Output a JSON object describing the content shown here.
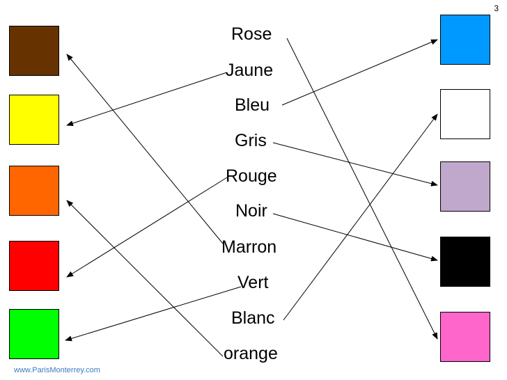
{
  "page_number": "3",
  "left_swatches": [
    {
      "color": "#663300"
    },
    {
      "color": "#FFFF00"
    },
    {
      "color": "#FF6600"
    },
    {
      "color": "#FF0000"
    },
    {
      "color": "#00FF00"
    }
  ],
  "right_swatches": [
    {
      "color": "#0099FF"
    },
    {
      "color": "#FFFFFF"
    },
    {
      "color": "#C0A8CC"
    },
    {
      "color": "#000000"
    },
    {
      "color": "#FF66CC"
    }
  ],
  "words": [
    "Rose",
    "Jaune",
    "Bleu",
    "Gris",
    "Rouge",
    "Noir",
    "Marron",
    "Vert",
    "Blanc",
    "orange"
  ],
  "footer": "www.ParisMonterrey.com"
}
